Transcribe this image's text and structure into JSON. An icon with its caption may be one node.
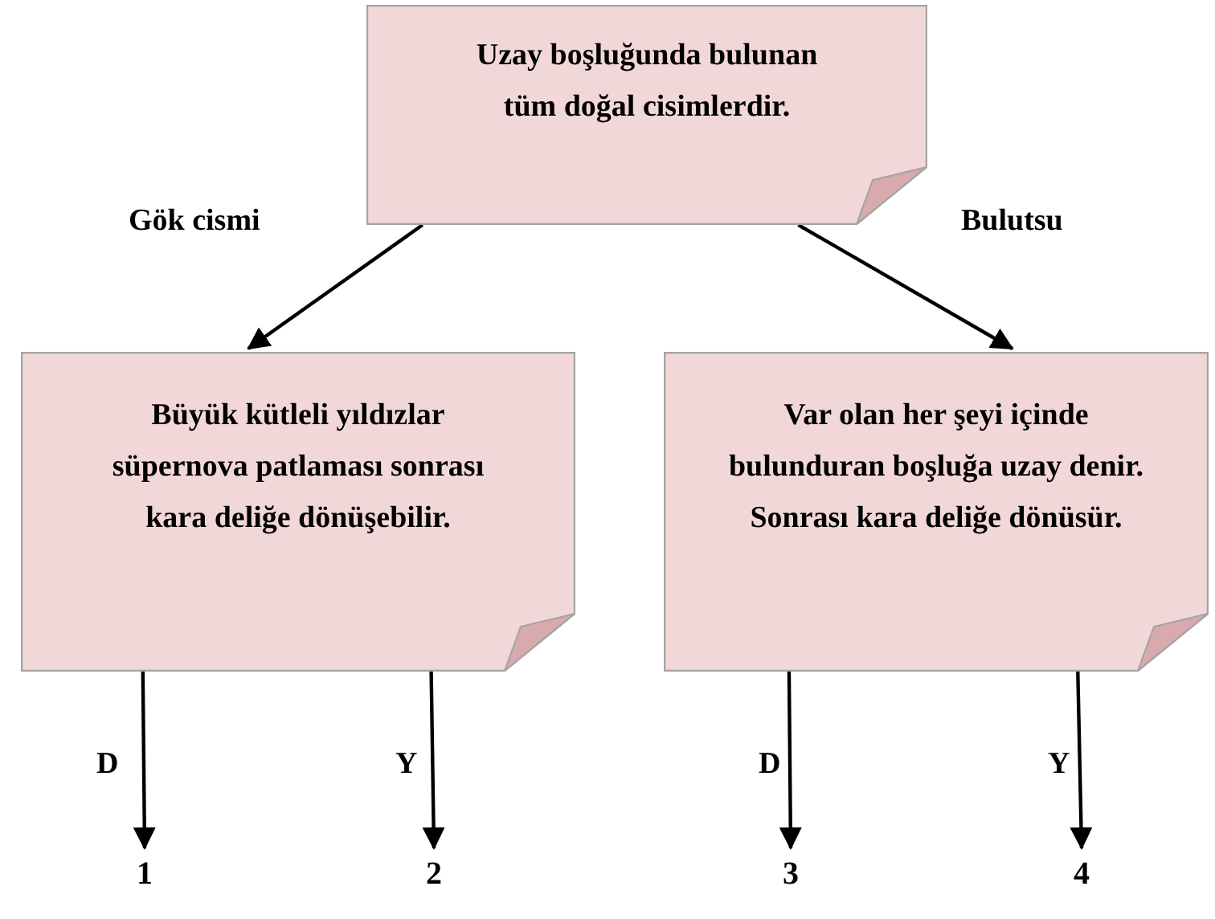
{
  "diagram": {
    "nodes": [
      {
        "text": [
          "Uzay boşluğunda bulunan tüm doğal cisimlerdir."
        ]
      },
      {
        "text": [
          "Büyük kütleli yıldızlar süpernova patlaması sonrası kara deliğe dönüşebilir."
        ]
      },
      {
        "text": [
          "Var olan her şeyi içinde bulunduran boşluğa uzay denir.",
          "Sonrası kara deliğe dönüsür."
        ]
      },
      {
        "text": [
          "1"
        ]
      },
      {
        "text": [
          "2"
        ]
      },
      {
        "text": [
          "3"
        ]
      },
      {
        "text": [
          "4"
        ]
      }
    ],
    "edges": [
      {
        "from": 0,
        "to": 1,
        "arrow": "to",
        "label": "Gök cismi"
      },
      {
        "from": 0,
        "to": 2,
        "arrow": "to",
        "label": "Bulutsu"
      },
      {
        "from": 1,
        "to": 3,
        "arrow": "to",
        "label": "D"
      },
      {
        "from": 1,
        "to": 4,
        "arrow": "to",
        "label": "Y"
      },
      {
        "from": 2,
        "to": 5,
        "arrow": "to",
        "label": "D"
      },
      {
        "from": 2,
        "to": 6,
        "arrow": "to",
        "label": "Y"
      }
    ]
  }
}
